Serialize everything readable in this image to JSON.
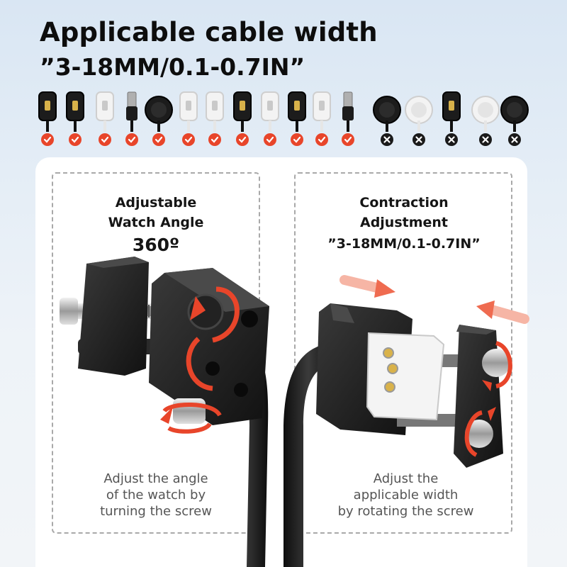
{
  "header": {
    "title": "Applicable cable width",
    "subtitle": "”3-18MM/0.1-0.7IN”"
  },
  "connectors": {
    "compatible": [
      {
        "icon": "black-charger-clip-icon",
        "status": "check"
      },
      {
        "icon": "black-square-charger-icon",
        "status": "check"
      },
      {
        "icon": "white-two-pin-clip-icon",
        "status": "check"
      },
      {
        "icon": "usb-c-plug-icon",
        "status": "check"
      },
      {
        "icon": "round-magnetic-puck-icon",
        "status": "check"
      },
      {
        "icon": "white-four-pin-clip-icon",
        "status": "check"
      },
      {
        "icon": "white-pogo-clip-icon",
        "status": "check"
      },
      {
        "icon": "black-clamp-charger-icon",
        "status": "check"
      },
      {
        "icon": "white-cradle-charger-icon",
        "status": "check"
      },
      {
        "icon": "black-gold-pin-clip-icon",
        "status": "check"
      },
      {
        "icon": "white-oval-charger-icon",
        "status": "check"
      },
      {
        "icon": "black-usb-plug-icon",
        "status": "check"
      }
    ],
    "incompatible": [
      {
        "icon": "large-black-puck-icon",
        "status": "cross"
      },
      {
        "icon": "silver-round-puck-icon",
        "status": "cross"
      },
      {
        "icon": "black-dock-charger-icon",
        "status": "cross"
      },
      {
        "icon": "white-round-pad-icon",
        "status": "cross"
      },
      {
        "icon": "black-round-pad-icon",
        "status": "cross"
      }
    ],
    "colors": {
      "check": "#e8452a",
      "cross": "#1a1a1a"
    }
  },
  "left_feature": {
    "heading_line1": "Adjustable",
    "heading_line2": "Watch Angle",
    "heading_line3": "360º",
    "caption_line1": "Adjust the angle",
    "caption_line2": "of the watch by",
    "caption_line3": "turning the screw"
  },
  "right_feature": {
    "heading_line1": "Contraction",
    "heading_line2": "Adjustment",
    "heading_line3": "”3-18MM/0.1-0.7IN”",
    "caption_line1": "Adjust the",
    "caption_line2": "applicable width",
    "caption_line3": "by rotating the screw"
  },
  "colors": {
    "accent": "#e8452a",
    "panel": "#ffffff",
    "device": "#1c1c1c"
  }
}
